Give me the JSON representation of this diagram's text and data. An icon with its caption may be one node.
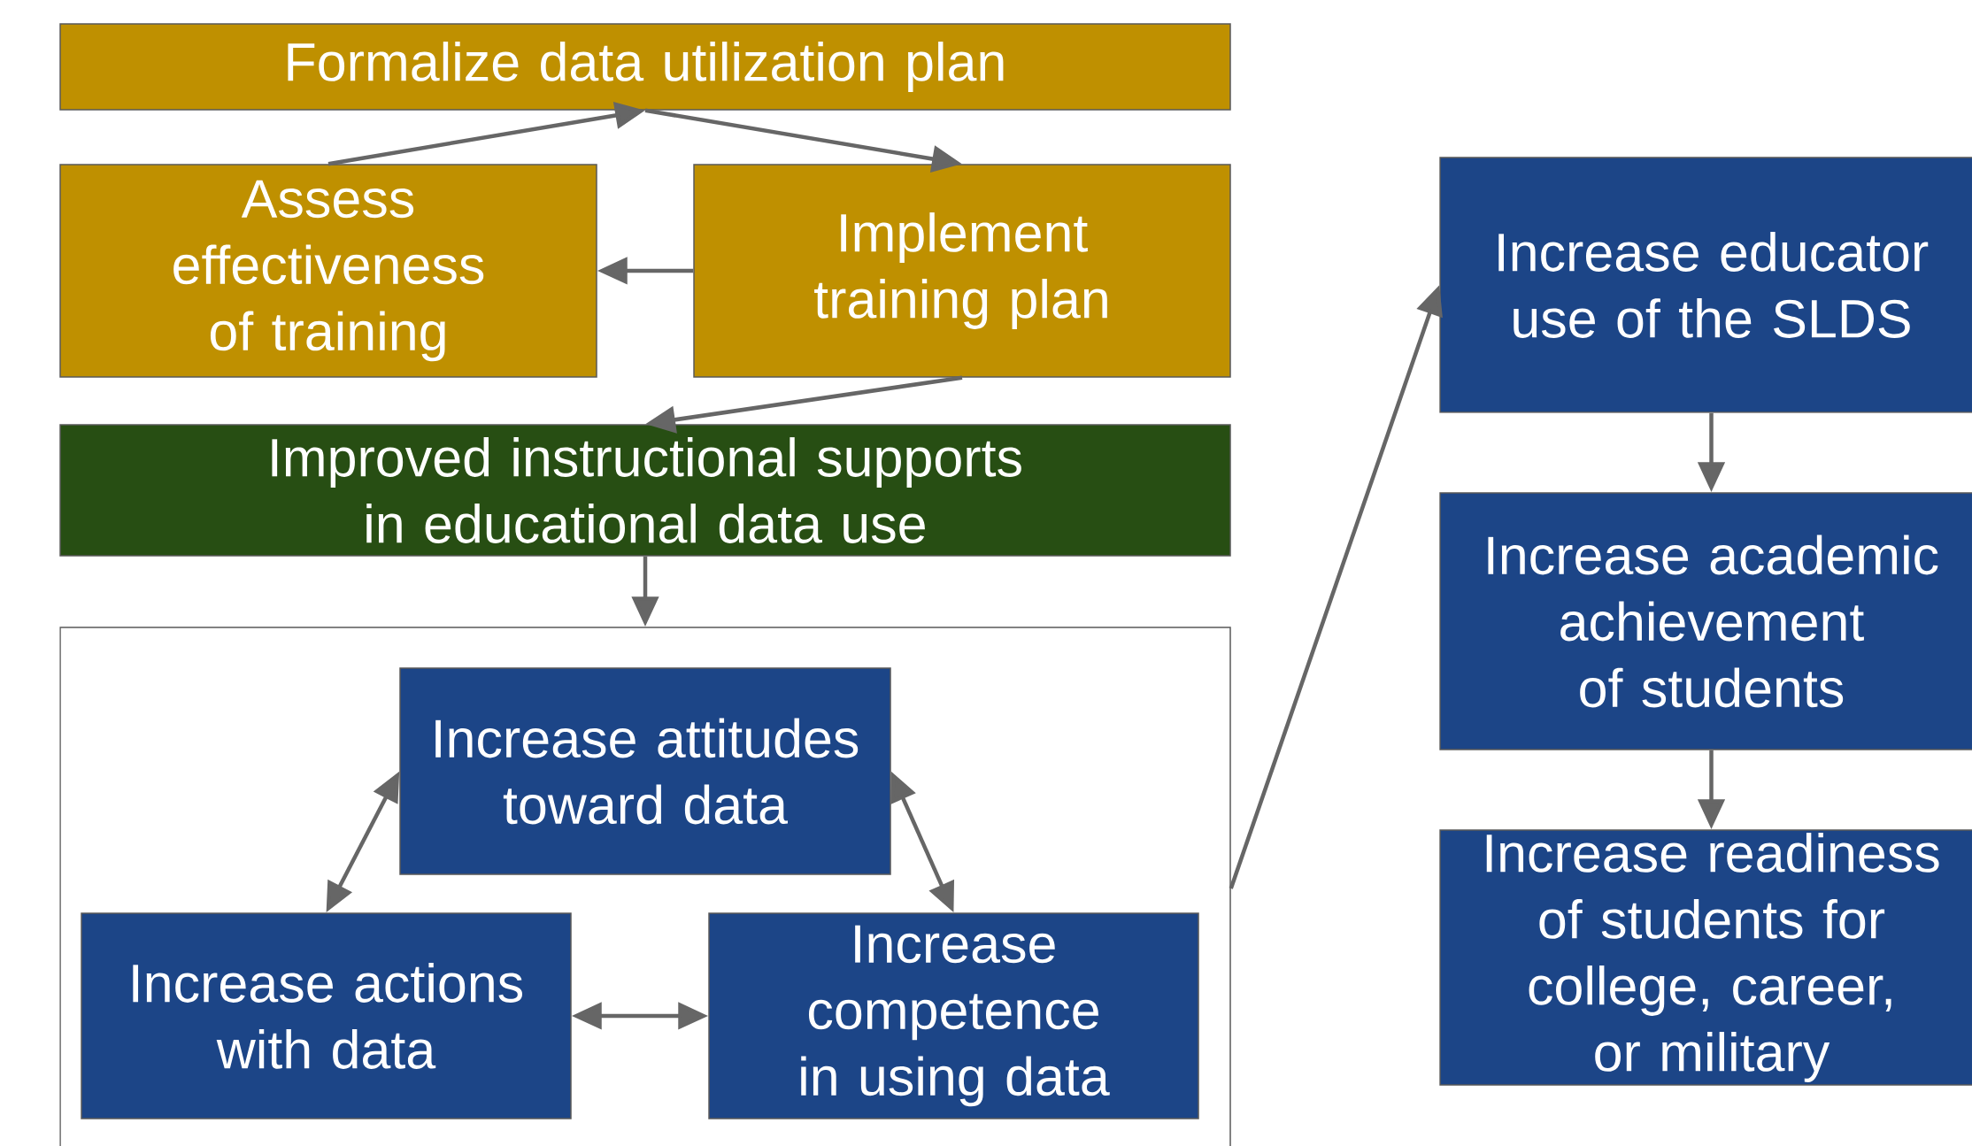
{
  "diagram": {
    "nodes": [
      {
        "text": [
          "Formalize data utilization plan"
        ]
      },
      {
        "text": [
          "Assess effectiveness of training"
        ]
      },
      {
        "text": [
          "Implement training plan"
        ]
      },
      {
        "text": [
          "Improved instructional supports in educational data use"
        ]
      },
      {
        "text": [],
        "shape": "box"
      },
      {
        "text": [
          "Increase attitudes toward data"
        ],
        "in": 4
      },
      {
        "text": [
          "Increase actions with data"
        ],
        "in": 4
      },
      {
        "text": [
          "Increase competence in using data"
        ],
        "in": 4
      },
      {
        "text": [
          "Increase educator use of the SLDS"
        ]
      },
      {
        "text": [
          "Increase academic achievement of students"
        ]
      },
      {
        "text": [
          "Increase readiness of students for college, career, or military"
        ]
      }
    ],
    "edges": [
      {
        "from": 1,
        "to": 0,
        "arrow": "to"
      },
      {
        "from": 0,
        "to": 2,
        "arrow": "to"
      },
      {
        "from": 2,
        "to": 1,
        "arrow": "to"
      },
      {
        "from": 2,
        "to": 3,
        "arrow": "to"
      },
      {
        "from": 3,
        "to": 4,
        "arrow": "to"
      },
      {
        "from": 5,
        "to": 6,
        "arrow": "both"
      },
      {
        "from": 5,
        "to": 7,
        "arrow": "both"
      },
      {
        "from": 6,
        "to": 7,
        "arrow": "both"
      },
      {
        "from": 4,
        "to": 8,
        "arrow": "to"
      },
      {
        "from": 8,
        "to": 9,
        "arrow": "to"
      },
      {
        "from": 9,
        "to": 10,
        "arrow": "to"
      }
    ]
  }
}
